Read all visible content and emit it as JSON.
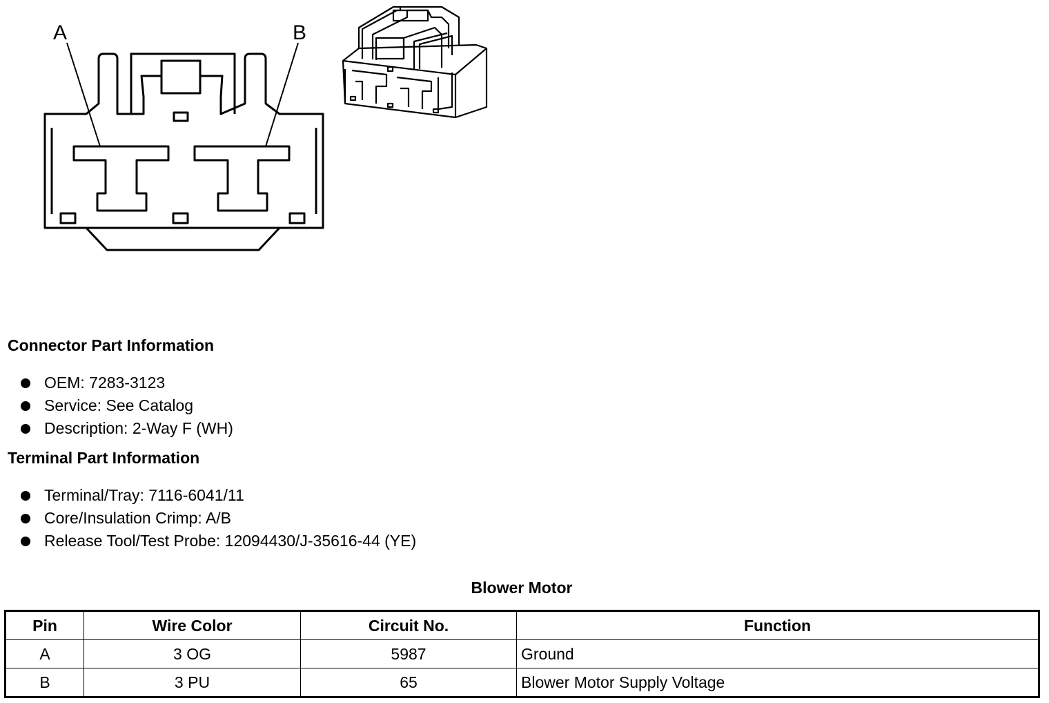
{
  "diagram": {
    "pin_labels": [
      "A",
      "B"
    ]
  },
  "connector_info": {
    "title": "Connector Part Information",
    "items": [
      "OEM: 7283-3123",
      "Service: See Catalog",
      "Description: 2-Way F (WH)"
    ]
  },
  "terminal_info": {
    "title": "Terminal Part Information",
    "items": [
      "Terminal/Tray: 7116-6041/11",
      "Core/Insulation Crimp: A/B",
      "Release Tool/Test Probe: 12094430/J-35616-44 (YE)"
    ]
  },
  "table": {
    "title": "Blower Motor",
    "headers": [
      "Pin",
      "Wire Color",
      "Circuit No.",
      "Function"
    ],
    "rows": [
      [
        "A",
        "3 OG",
        "5987",
        "Ground"
      ],
      [
        "B",
        "3 PU",
        "65",
        "Blower Motor Supply Voltage"
      ]
    ]
  }
}
